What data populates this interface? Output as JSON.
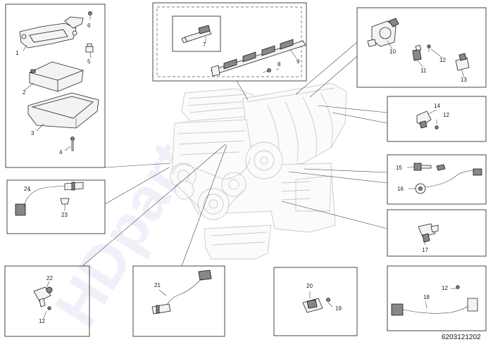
{
  "watermark": "HDparts",
  "document_number": "6203121202",
  "callouts": {
    "c1": "1",
    "c2": "2",
    "c3": "3",
    "c4": "4",
    "c5": "5",
    "c6": "6",
    "c7": "7",
    "c8": "8",
    "c9": "9",
    "c10": "10",
    "c11": "11",
    "c12a": "12",
    "c13": "13",
    "c14": "14",
    "c12b": "12",
    "c15": "15",
    "c16": "16",
    "c17": "17",
    "c24": "24",
    "c23": "23",
    "c22": "22",
    "c12c": "12",
    "c21": "21",
    "c20": "20",
    "c19": "19",
    "c12d": "12",
    "c18": "18"
  },
  "colors": {
    "line": "#333333",
    "engine": "#c9c9c9",
    "watermark": "#2a3fb0"
  }
}
